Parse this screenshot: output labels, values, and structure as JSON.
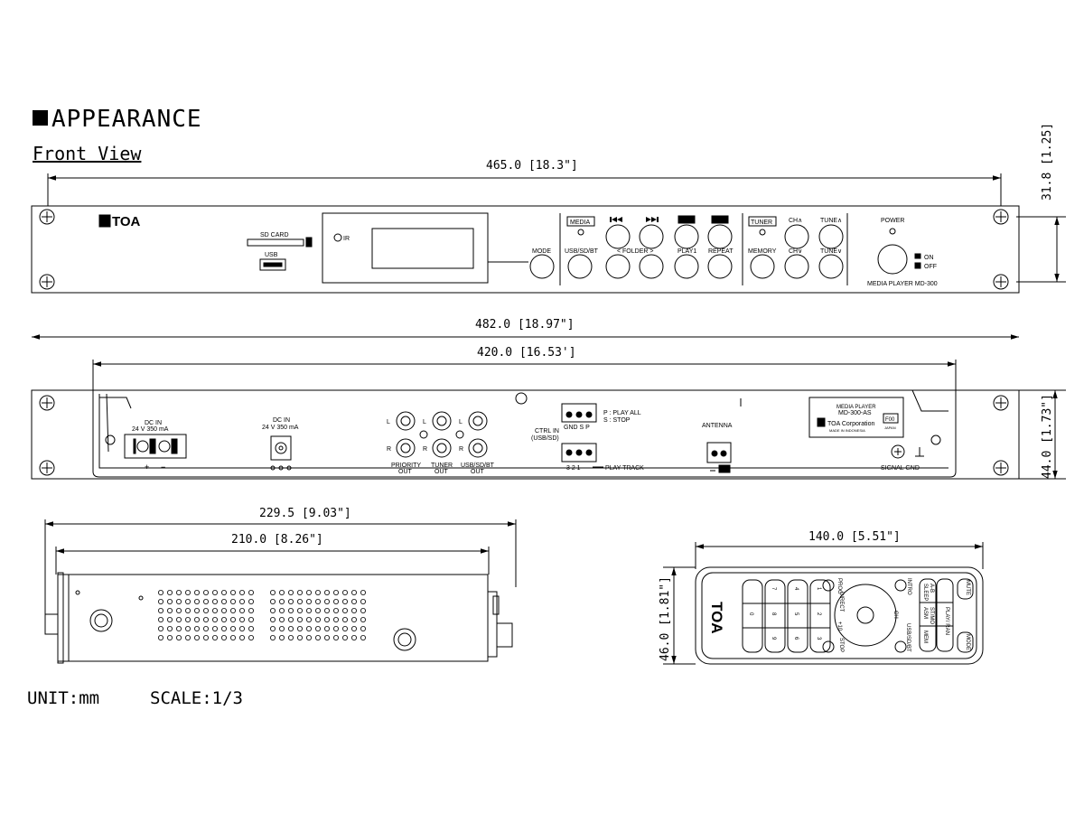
{
  "section_title": "APPEARANCE",
  "subtitle": "Front View",
  "footer": {
    "unit": "UNIT:mm",
    "scale": "SCALE:1/3"
  },
  "dims": {
    "front_width": "465.0 [18.3\"]",
    "front_height": "31.8 [1.25]",
    "rear_total": "482.0 [18.97\"]",
    "rear_body": "420.0 [16.53']",
    "rear_height": "44.0 [1.73\"]",
    "side_total": "229.5 [9.03\"]",
    "side_body": "210.0 [8.26\"]",
    "remote_width": "140.0 [5.51\"]",
    "remote_height": "46.0 [1.81\"]"
  },
  "front": {
    "brand": "TOA",
    "sd_card": "SD CARD",
    "usb": "USB",
    "ir": "IR",
    "mode": "MODE",
    "media": "MEDIA",
    "usb_sd_bt": "USB/SD/BT",
    "folder": "< FOLDER >",
    "play1": "PLAY1",
    "repeat": "REPEAT",
    "tuner": "TUNER",
    "memory": "MEMORY",
    "ch_up": "CH∧",
    "ch_down": "CH∨",
    "tune_up": "TUNE∧",
    "tune_down": "TUNE∨",
    "power": "POWER",
    "on": "ON",
    "off": "OFF",
    "model": "MEDIA PLAYER MD-300"
  },
  "rear": {
    "dc_in_1": "DC IN",
    "dc_in_1_spec": "24 V 350 mA",
    "dc_in_2": "DC IN",
    "dc_in_2_spec": "24 V 350 mA",
    "plus": "+",
    "minus": "−",
    "l": "L",
    "r": "R",
    "priority_out_1": "PRIORITY",
    "priority_out_2": "OUT",
    "tuner_out_1": "TUNER",
    "tuner_out_2": "OUT",
    "usb_out_1": "USB/SD/BT",
    "usb_out_2": "OUT",
    "ctrl_in_1": "CTRL IN",
    "ctrl_in_2": "(USB/SD)",
    "gnd_s_p": "GND S  P",
    "play_all": "P : PLAY ALL",
    "stop": "S : STOP",
    "pins": "3   2   1",
    "play_track": "PLAY TRACK",
    "antenna": "ANTENNA",
    "label_title": "MEDIA PLAYER",
    "label_model": "MD-300-AS",
    "label_code": "F00",
    "label_corp": "TOA Corporation",
    "label_japan": "JAPAN",
    "label_made": "MADE IN INDONESIA",
    "signal_gnd": "SIGNAL GND"
  },
  "remote": {
    "brand": "TOA",
    "mute": "MUTE",
    "mode": "MODE",
    "ab": "A-B",
    "sleep": "SLEEP",
    "asm": "ASM",
    "stmo": "ST/MO",
    "mem": "MEM",
    "play_ran": "PLAY/ RAN",
    "intro": "INTRO",
    "prog": "PROG",
    "direct": "DIRECT",
    "ch": "CH",
    "stop": "STOP",
    "usb": "USB/SD/BT",
    "plus10": "+10",
    "digits": [
      "1",
      "2",
      "3",
      "4",
      "5",
      "6",
      "7",
      "8",
      "9",
      "0"
    ]
  }
}
